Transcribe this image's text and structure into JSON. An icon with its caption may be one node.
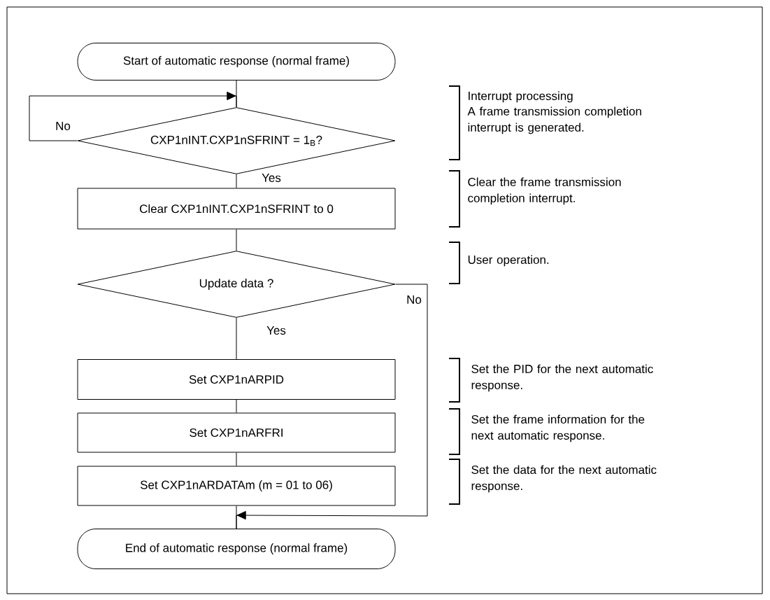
{
  "diagram": {
    "nodes": [
      {
        "text": [
          "Start of automatic response (normal frame)"
        ]
      },
      {
        "text": [
          "CXP1nINT.CXP1nSFRINT = 1$_{B}$?"
        ]
      },
      {
        "text": [
          "Clear CXP1nINT.CXP1nSFRINT to 0"
        ]
      },
      {
        "text": [
          "Update data ?"
        ]
      },
      {
        "text": [
          "Set CXP1nARPID"
        ]
      },
      {
        "text": [
          "Set CXP1nARFRI"
        ]
      },
      {
        "text": [
          "Set CXP1nARDATAm (m = 01 to 06)"
        ]
      },
      {
        "text": [
          "End of automatic response (normal frame)"
        ]
      }
    ],
    "edges": [
      {
        "from": 0,
        "to": 1,
        "arrow": "none"
      },
      {
        "from": 1,
        "to": 1,
        "arrow": "to",
        "label": "No"
      },
      {
        "from": 1,
        "to": 2,
        "arrow": "none",
        "label": "Yes"
      },
      {
        "from": 2,
        "to": 3,
        "arrow": "none"
      },
      {
        "from": 3,
        "to": 4,
        "arrow": "none",
        "label": "Yes"
      },
      {
        "from": 4,
        "to": 5,
        "arrow": "none"
      },
      {
        "from": 5,
        "to": 6,
        "arrow": "none"
      },
      {
        "from": 6,
        "to": 7,
        "arrow": "none"
      },
      {
        "from": 3,
        "to": 7,
        "arrow": "to",
        "label": "No"
      }
    ],
    "labels": [
      "Interrupt processing",
      "A frame transmission completion interrupt is generated.",
      "Clear the frame transmission completion interrupt.",
      "User operation.",
      "Set the PID for the next automatic response.",
      "Set the frame information for the next automatic response.",
      "Set the data for the next automatic response."
    ]
  }
}
